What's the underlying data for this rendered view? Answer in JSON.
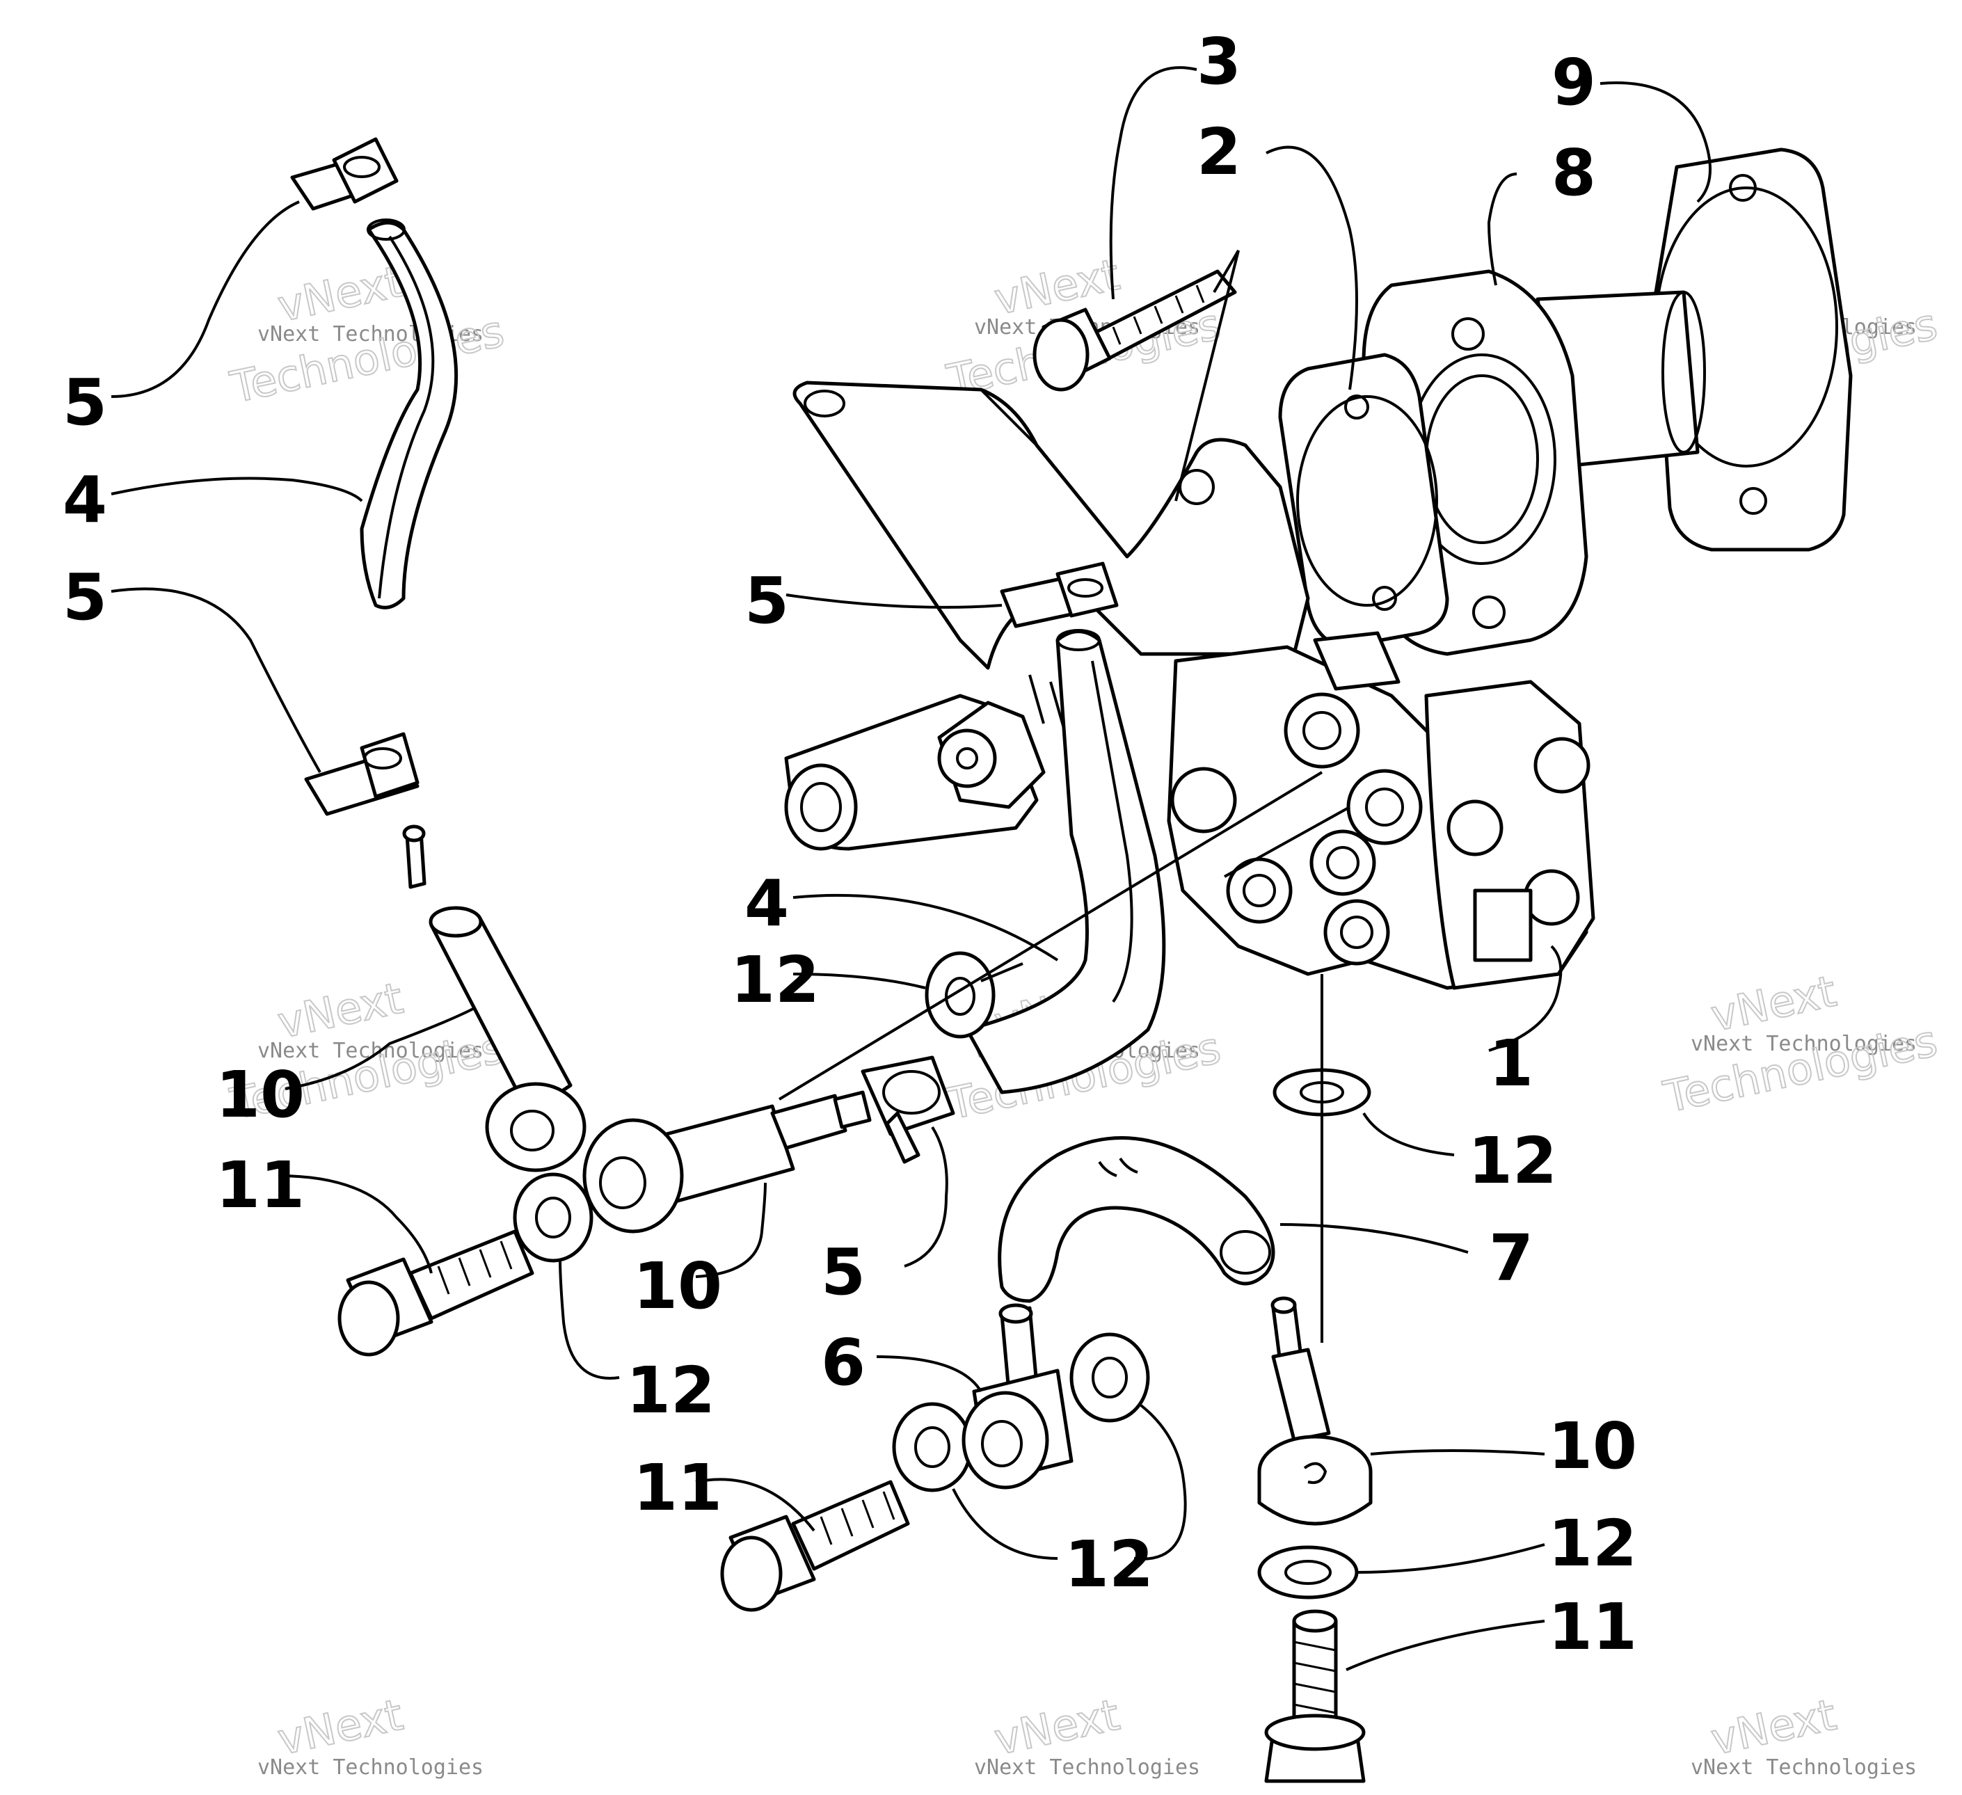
{
  "callouts": {
    "c3": "3",
    "c2": "2",
    "c9": "9",
    "c8": "8",
    "c5a": "5",
    "c4a": "4",
    "c5b": "5",
    "c5c": "5",
    "c4b": "4",
    "c12a": "12",
    "c1": "1",
    "c10a": "10",
    "c12b": "12",
    "c11a": "11",
    "c7": "7",
    "c10b": "10",
    "c5d": "5",
    "c12c": "12",
    "c6": "6",
    "c11b": "11",
    "c12d": "12",
    "c10c": "10",
    "c12e": "12",
    "c11c": "11"
  },
  "watermark": {
    "line_small": "vNext Technologies",
    "line_big_1": "vNext",
    "line_big_2": "Technologies"
  }
}
